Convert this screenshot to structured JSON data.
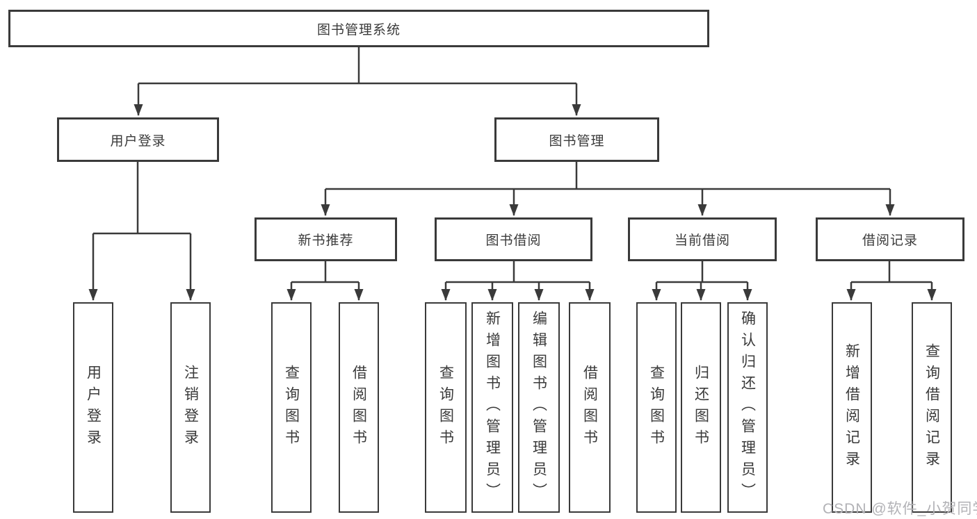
{
  "diagram": {
    "title": "图书管理系统",
    "colors": {
      "line": "#3a3a3a",
      "text": "#3a3a3a",
      "background": "#ffffff",
      "watermark": "#b2b2b6"
    },
    "nodes": {
      "root": "图书管理系统",
      "user_login_group": "用户登录",
      "book_management": "图书管理",
      "new_book_recommendation": "新书推荐",
      "book_borrowing": "图书借阅",
      "current_borrowing": "当前借阅",
      "borrowing_records": "借阅记录",
      "user_login": "用户登录",
      "logout_login": "注销登录",
      "rec_query_books": "查询图书",
      "rec_borrow_books": "借阅图书",
      "bb_query_books": "查询图书",
      "bb_add_books_admin": "新增图书（管理员）",
      "bb_edit_books_admin": "编辑图书（管理员）",
      "bb_borrow_books": "借阅图书",
      "cb_query_books": "查询图书",
      "cb_return_books": "归还图书",
      "cb_confirm_return_admin": "确认归还（管理员）",
      "br_add_record": "新增借阅记录",
      "br_query_record": "查询借阅记录"
    }
  },
  "watermark": {
    "text": "CSDN @软件_小贺同学"
  }
}
